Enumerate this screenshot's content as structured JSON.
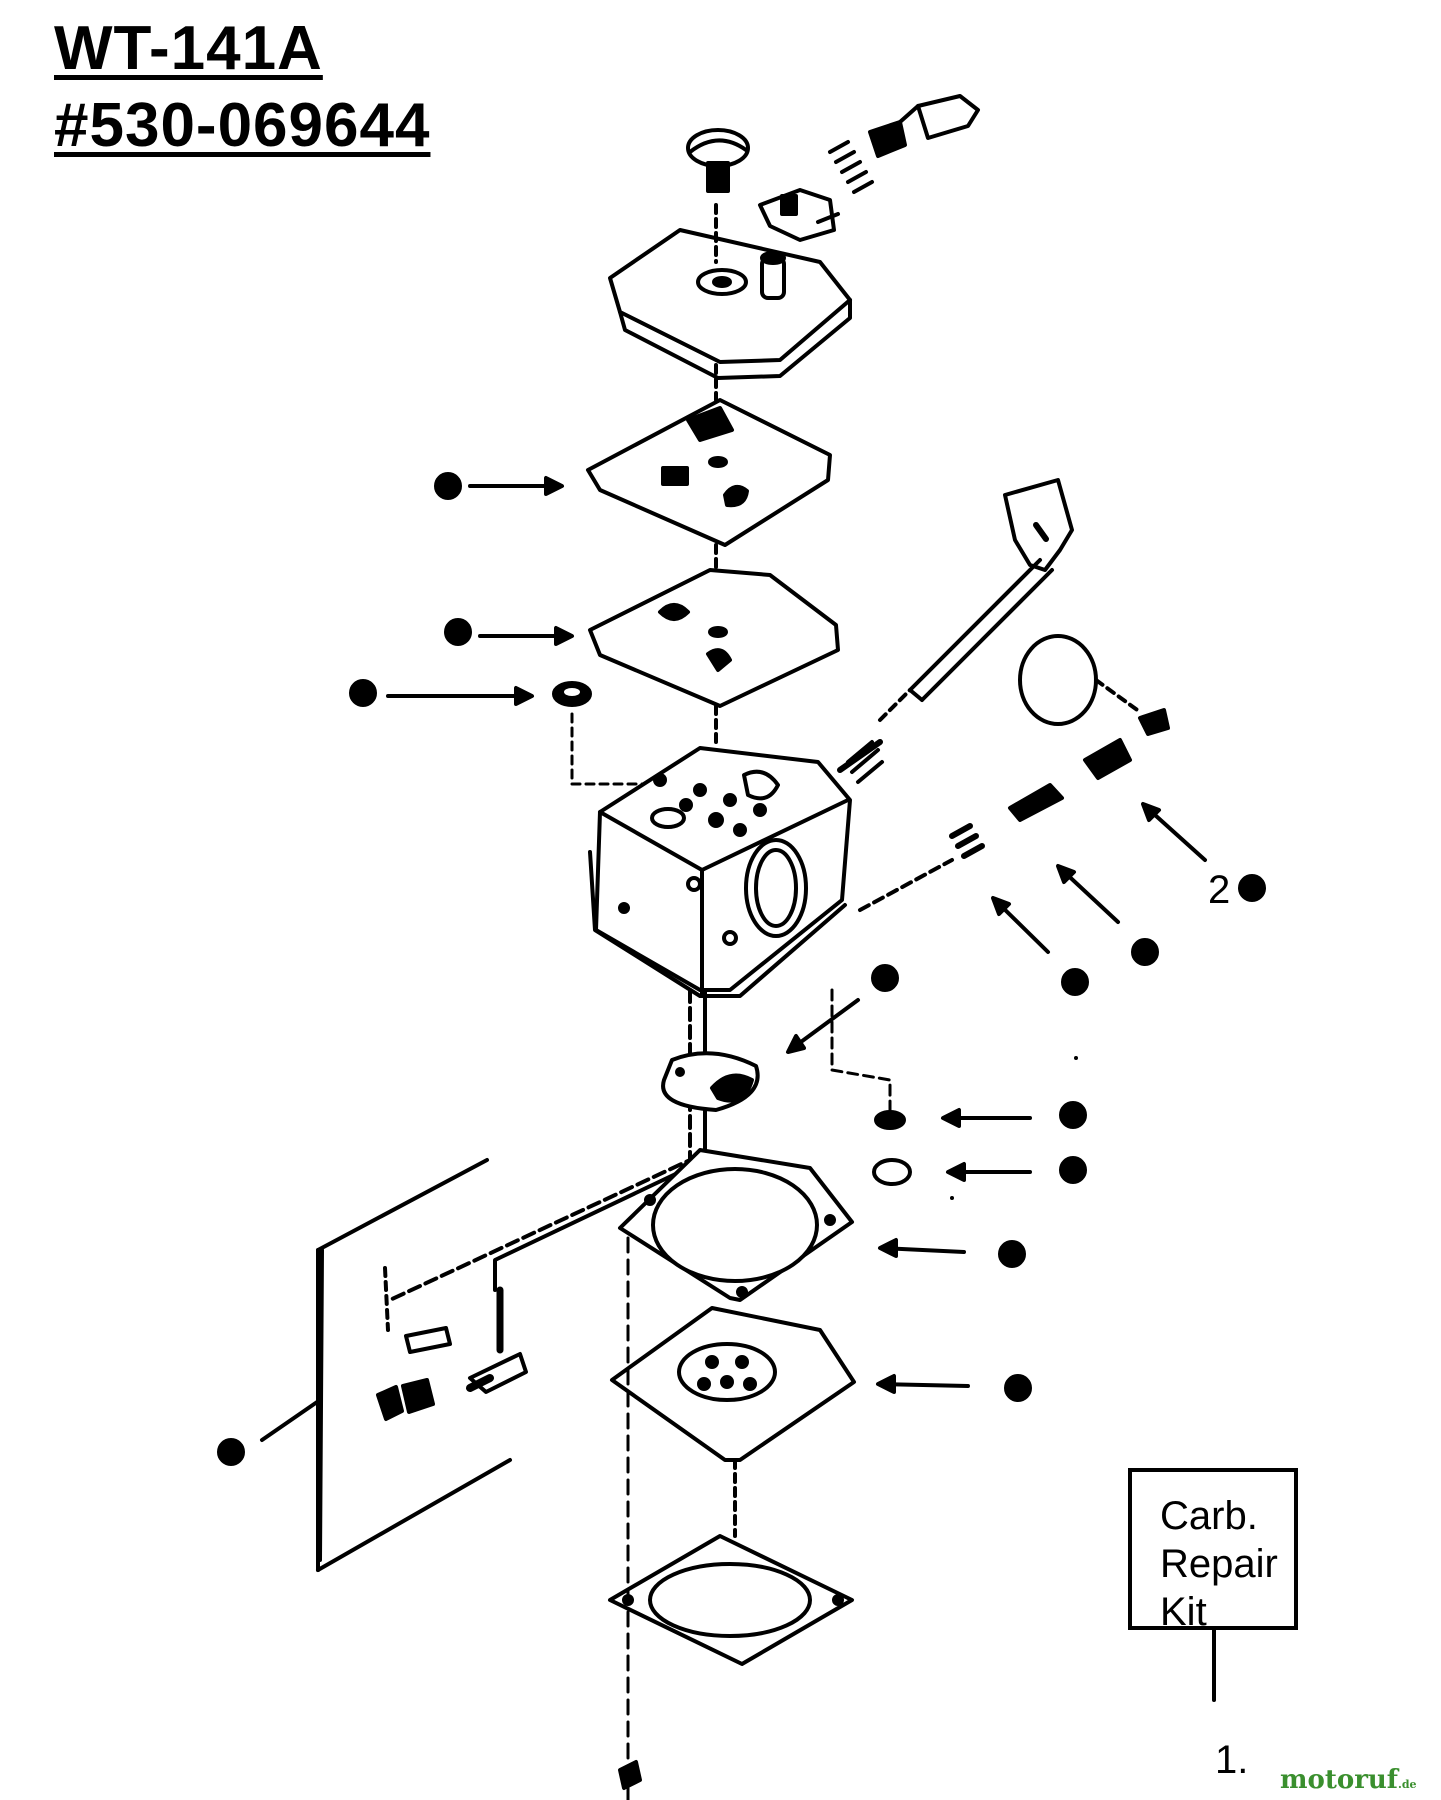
{
  "title": {
    "model": "WT-141A",
    "part_number": "#530-069644"
  },
  "kit_box": {
    "line1": "Carb.",
    "line2": "Repair",
    "line3": "Kit"
  },
  "callouts": {
    "item_1": "1.",
    "item_2": "2"
  },
  "watermark": {
    "text": "motoruf",
    "suffix": ".de"
  },
  "colors": {
    "ink": "#000000",
    "paper": "#ffffff",
    "watermark": "#3a8f2e"
  }
}
